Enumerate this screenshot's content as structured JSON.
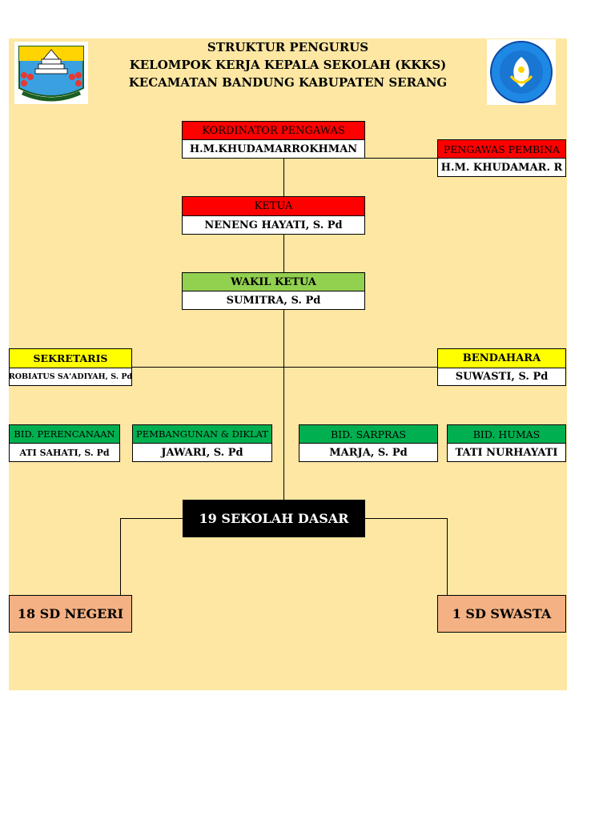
{
  "header": {
    "line1": "STRUKTUR PENGURUS",
    "line2": "KELOMPOK KERJA KEPALA SEKOLAH (KKKS)",
    "line3": "KECAMATAN BANDUNG KABUPATEN SERANG"
  },
  "logos": {
    "left_icon": "serang-regency-emblem-icon",
    "right_icon": "tut-wuri-handayani-emblem-icon"
  },
  "nodes": {
    "kordinator": {
      "title": "KORDINATOR PENGAWAS",
      "name": "H.M.KHUDAMARROKHMAN"
    },
    "pembina": {
      "title": "PENGAWAS PEMBINA",
      "name": "H.M. KHUDAMAR. R"
    },
    "ketua": {
      "title": "KETUA",
      "name": "NENENG HAYATI, S. Pd"
    },
    "wakil": {
      "title": "WAKIL KETUA",
      "name": "SUMITRA, S. Pd"
    },
    "sekretaris": {
      "title": "SEKRETARIS",
      "name": "ROBIATUS SA'ADIYAH, S. Pd"
    },
    "bendahara": {
      "title": "BENDAHARA",
      "name": "SUWASTI, S. Pd"
    },
    "perencanaan": {
      "title": "BID. PERENCANAAN",
      "name": "ATI SAHATI, S. Pd"
    },
    "pembangunan": {
      "title": "PEMBANGUNAN & DIKLAT",
      "name": "JAWARI, S. Pd"
    },
    "sarpras": {
      "title": "BID. SARPRAS",
      "name": "MARJA, S. Pd"
    },
    "humas": {
      "title": "BID. HUMAS",
      "name": "TATI NURHAYATI"
    },
    "sekolah": {
      "label": "19 SEKOLAH DASAR"
    },
    "negeri": {
      "label": "18 SD NEGERI"
    },
    "swasta": {
      "label": "1 SD SWASTA"
    }
  },
  "colors": {
    "background": "#fde7a3",
    "red": "#ff0000",
    "light_green": "#92d050",
    "yellow": "#ffff00",
    "green": "#00b050",
    "black": "#000000",
    "peach": "#f4b183"
  }
}
